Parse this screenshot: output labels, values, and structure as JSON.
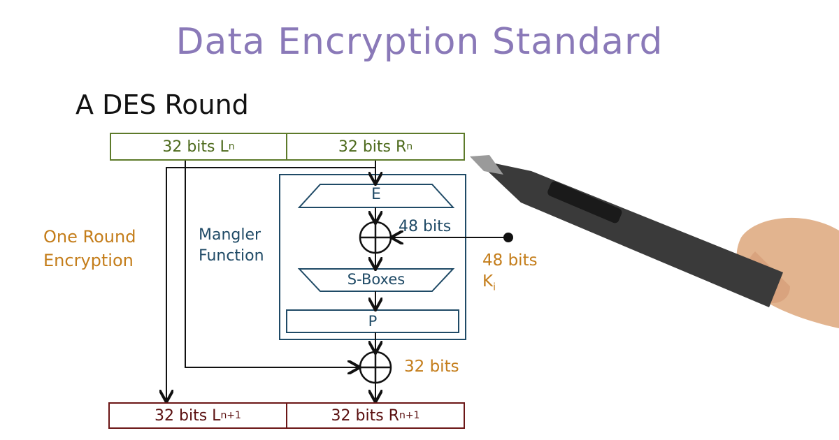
{
  "title": "Data Encryption Standard",
  "subtitle": "A DES Round",
  "top_left_box": {
    "text": "32 bits L",
    "sub": "n"
  },
  "top_right_box": {
    "text": "32 bits R",
    "sub": "n"
  },
  "expansion_label": "E",
  "xor_top_label": "48 bits",
  "key_label": {
    "line1": "48 bits",
    "line2": "K",
    "sub": "i"
  },
  "sbox_label": "S-Boxes",
  "permutation_label": "P",
  "mangler_label": {
    "line1": "Mangler",
    "line2": "Function"
  },
  "round_label": {
    "line1": "One Round",
    "line2": "Encryption"
  },
  "xor_bottom_label": "32 bits",
  "bottom_left_box": {
    "text": "32 bits L",
    "sub": "n+1"
  },
  "bottom_right_box": {
    "text": "32 bits R",
    "sub": "n+1"
  },
  "colors": {
    "title": "#8a79b8",
    "input_box": "#5d7a2a",
    "output_box": "#6b1616",
    "mangler": "#1f4a66",
    "bit_labels": "#c47d1a"
  }
}
